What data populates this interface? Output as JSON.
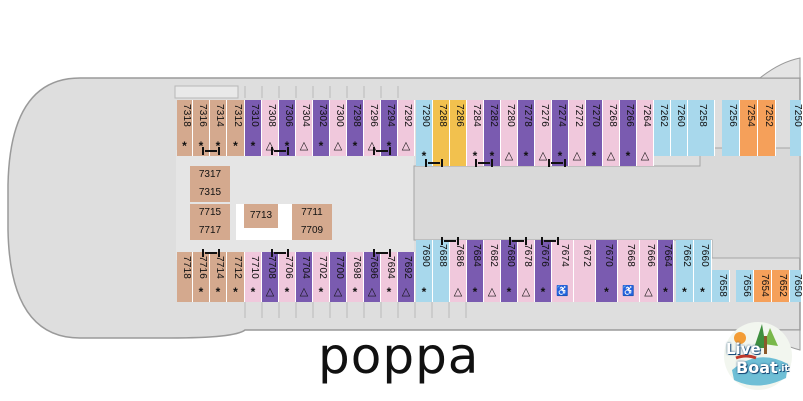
{
  "map": {
    "stern_label": "poppa",
    "logo": {
      "text_main": "Live",
      "text_second": "Boat",
      "text_suffix": ".it"
    },
    "colors": {
      "deck": "#dedede",
      "deck_outline": "#9a9a9a",
      "hull": "#ffffff",
      "inside": "#d4a98e",
      "balcony": "#7a5bb0",
      "balcony_light": "#f0c8dc",
      "oceanview": "#f2c14e",
      "suite_blue": "#a8d8ec",
      "orange": "#f5a05a",
      "accessible": "#f0c8dc"
    },
    "port_cabins": [
      {
        "num": "7318",
        "sym": "*",
        "cat": "inside"
      },
      {
        "num": "7316",
        "sym": "*",
        "cat": "inside"
      },
      {
        "num": "7314",
        "sym": "*",
        "cat": "inside"
      },
      {
        "num": "7312",
        "sym": "*",
        "cat": "inside"
      },
      {
        "num": "7310",
        "sym": "*",
        "cat": "balcony"
      },
      {
        "num": "7308",
        "sym": "△",
        "cat": "balcony_light"
      },
      {
        "num": "7306",
        "sym": "*",
        "cat": "balcony"
      },
      {
        "num": "7304",
        "sym": "△",
        "cat": "balcony_light"
      },
      {
        "num": "7302",
        "sym": "*",
        "cat": "balcony"
      },
      {
        "num": "7300",
        "sym": "△",
        "cat": "balcony_light"
      },
      {
        "num": "7298",
        "sym": "*",
        "cat": "balcony"
      },
      {
        "num": "7296",
        "sym": "△",
        "cat": "balcony_light"
      },
      {
        "num": "7294",
        "sym": "*",
        "cat": "balcony"
      },
      {
        "num": "7292",
        "sym": "△",
        "cat": "balcony_light"
      },
      {
        "num": "7290",
        "sym": "*",
        "cat": "suite_blue"
      },
      {
        "num": "7288",
        "sym": "",
        "cat": "oceanview"
      },
      {
        "num": "7286",
        "sym": "",
        "cat": "oceanview"
      },
      {
        "num": "7284",
        "sym": "*",
        "cat": "balcony_light"
      },
      {
        "num": "7282",
        "sym": "*",
        "cat": "balcony"
      },
      {
        "num": "7280",
        "sym": "△",
        "cat": "balcony_light"
      },
      {
        "num": "7278",
        "sym": "*",
        "cat": "balcony"
      },
      {
        "num": "7276",
        "sym": "△",
        "cat": "balcony_light"
      },
      {
        "num": "7274",
        "sym": "*",
        "cat": "balcony"
      },
      {
        "num": "7272",
        "sym": "△",
        "cat": "balcony_light"
      },
      {
        "num": "7270",
        "sym": "*",
        "cat": "balcony"
      },
      {
        "num": "7268",
        "sym": "△",
        "cat": "balcony_light"
      },
      {
        "num": "7266",
        "sym": "*",
        "cat": "balcony"
      },
      {
        "num": "7264",
        "sym": "△",
        "cat": "balcony_light"
      },
      {
        "num": "7262",
        "sym": "",
        "cat": "suite_blue"
      },
      {
        "num": "7260",
        "sym": "",
        "cat": "suite_blue"
      },
      {
        "num": "7258",
        "sym": "",
        "cat": "suite_blue"
      },
      {
        "num": "7256",
        "sym": "",
        "cat": "suite_blue"
      },
      {
        "num": "7254",
        "sym": "",
        "cat": "orange"
      },
      {
        "num": "7252",
        "sym": "",
        "cat": "orange"
      },
      {
        "num": "7250",
        "sym": "",
        "cat": "suite_blue"
      }
    ],
    "starboard_cabins": [
      {
        "num": "7718",
        "sym": "",
        "cat": "inside"
      },
      {
        "num": "7716",
        "sym": "*",
        "cat": "inside"
      },
      {
        "num": "7714",
        "sym": "*",
        "cat": "inside"
      },
      {
        "num": "7712",
        "sym": "*",
        "cat": "inside"
      },
      {
        "num": "7710",
        "sym": "*",
        "cat": "balcony_light"
      },
      {
        "num": "7708",
        "sym": "△",
        "cat": "balcony"
      },
      {
        "num": "7706",
        "sym": "*",
        "cat": "balcony_light"
      },
      {
        "num": "7704",
        "sym": "△",
        "cat": "balcony"
      },
      {
        "num": "7702",
        "sym": "*",
        "cat": "balcony_light"
      },
      {
        "num": "7700",
        "sym": "△",
        "cat": "balcony"
      },
      {
        "num": "7698",
        "sym": "*",
        "cat": "balcony_light"
      },
      {
        "num": "7696",
        "sym": "△",
        "cat": "balcony"
      },
      {
        "num": "7694",
        "sym": "*",
        "cat": "balcony_light"
      },
      {
        "num": "7692",
        "sym": "△",
        "cat": "balcony"
      },
      {
        "num": "7690",
        "sym": "*",
        "cat": "suite_blue"
      },
      {
        "num": "7688",
        "sym": "",
        "cat": "suite_blue"
      },
      {
        "num": "7686",
        "sym": "△",
        "cat": "balcony_light"
      },
      {
        "num": "7684",
        "sym": "*",
        "cat": "balcony"
      },
      {
        "num": "7682",
        "sym": "△",
        "cat": "balcony_light"
      },
      {
        "num": "7680",
        "sym": "*",
        "cat": "balcony"
      },
      {
        "num": "7678",
        "sym": "△",
        "cat": "balcony_light"
      },
      {
        "num": "7676",
        "sym": "*",
        "cat": "balcony"
      },
      {
        "num": "7674",
        "sym": "♿",
        "cat": "accessible"
      },
      {
        "num": "7672",
        "sym": "",
        "cat": "accessible"
      },
      {
        "num": "7670",
        "sym": "*",
        "cat": "balcony"
      },
      {
        "num": "7668",
        "sym": "♿",
        "cat": "accessible"
      },
      {
        "num": "7666",
        "sym": "△",
        "cat": "balcony_light"
      },
      {
        "num": "7664",
        "sym": "*",
        "cat": "balcony"
      },
      {
        "num": "7662",
        "sym": "*",
        "cat": "suite_blue"
      },
      {
        "num": "7660",
        "sym": "*",
        "cat": "suite_blue"
      },
      {
        "num": "7658",
        "sym": "",
        "cat": "suite_blue"
      },
      {
        "num": "7656",
        "sym": "",
        "cat": "suite_blue"
      },
      {
        "num": "7654",
        "sym": "",
        "cat": "orange"
      },
      {
        "num": "7652",
        "sym": "",
        "cat": "orange"
      },
      {
        "num": "7650",
        "sym": "",
        "cat": "suite_blue"
      }
    ],
    "inner_cabins": [
      {
        "num": "7317"
      },
      {
        "num": "7315"
      },
      {
        "num": "7715"
      },
      {
        "num": "7717"
      },
      {
        "num": "7713"
      },
      {
        "num": "7711"
      },
      {
        "num": "7709"
      }
    ]
  }
}
